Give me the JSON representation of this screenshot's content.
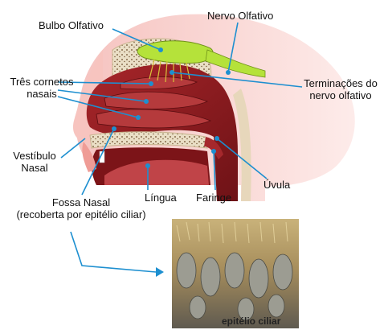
{
  "labels": {
    "bulbo_olfativo": "Bulbo Olfativo",
    "nervo_olfativo": "Nervo Olfativo",
    "tres_cornetos_l1": "Três cornetos",
    "tres_cornetos_l2": "nasais",
    "terminacoes_l1": "Terminações do",
    "terminacoes_l2": "nervo olfativo",
    "vestibulo_l1": "Vestíbulo",
    "vestibulo_l2": "Nasal",
    "uvula": "Úvula",
    "lingua": "Língua",
    "faringe": "Faringe",
    "fossa_l1": "Fossa Nasal",
    "fossa_l2": "(recoberta por epitélio ciliar)",
    "photo_caption": "epitélio ciliar"
  },
  "colors": {
    "leader_line": "#1d8fd0",
    "nasal_cavity": "#8c1a1f",
    "skin": "#f7c9c6",
    "bone": "#e9dcc2",
    "olfactory_nerve": "#b5e23a"
  }
}
